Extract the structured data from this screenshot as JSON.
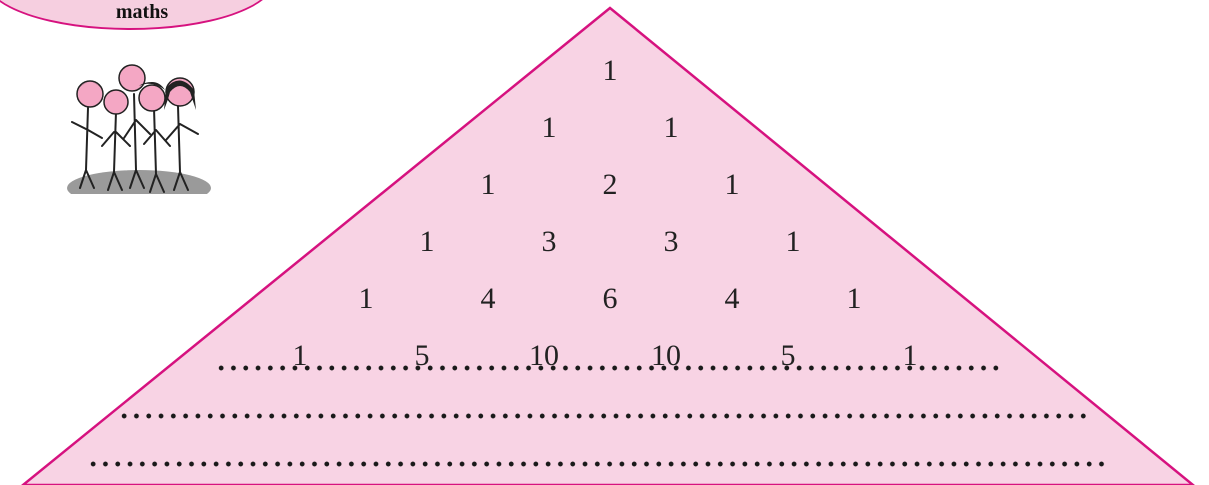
{
  "badge": {
    "label": "maths"
  },
  "colors": {
    "pyramid_fill": "#f8d3e4",
    "pyramid_stroke": "#d6127f",
    "badge_fill": "#f6cfe0"
  },
  "illustration": {
    "icon": "children-group-illustration"
  },
  "pascal": {
    "rows": [
      [
        "1"
      ],
      [
        "1",
        "1"
      ],
      [
        "1",
        "2",
        "1"
      ],
      [
        "1",
        "3",
        "3",
        "1"
      ],
      [
        "1",
        "4",
        "6",
        "4",
        "1"
      ],
      [
        "1",
        "5",
        "10",
        "10",
        "5",
        "1"
      ]
    ]
  }
}
